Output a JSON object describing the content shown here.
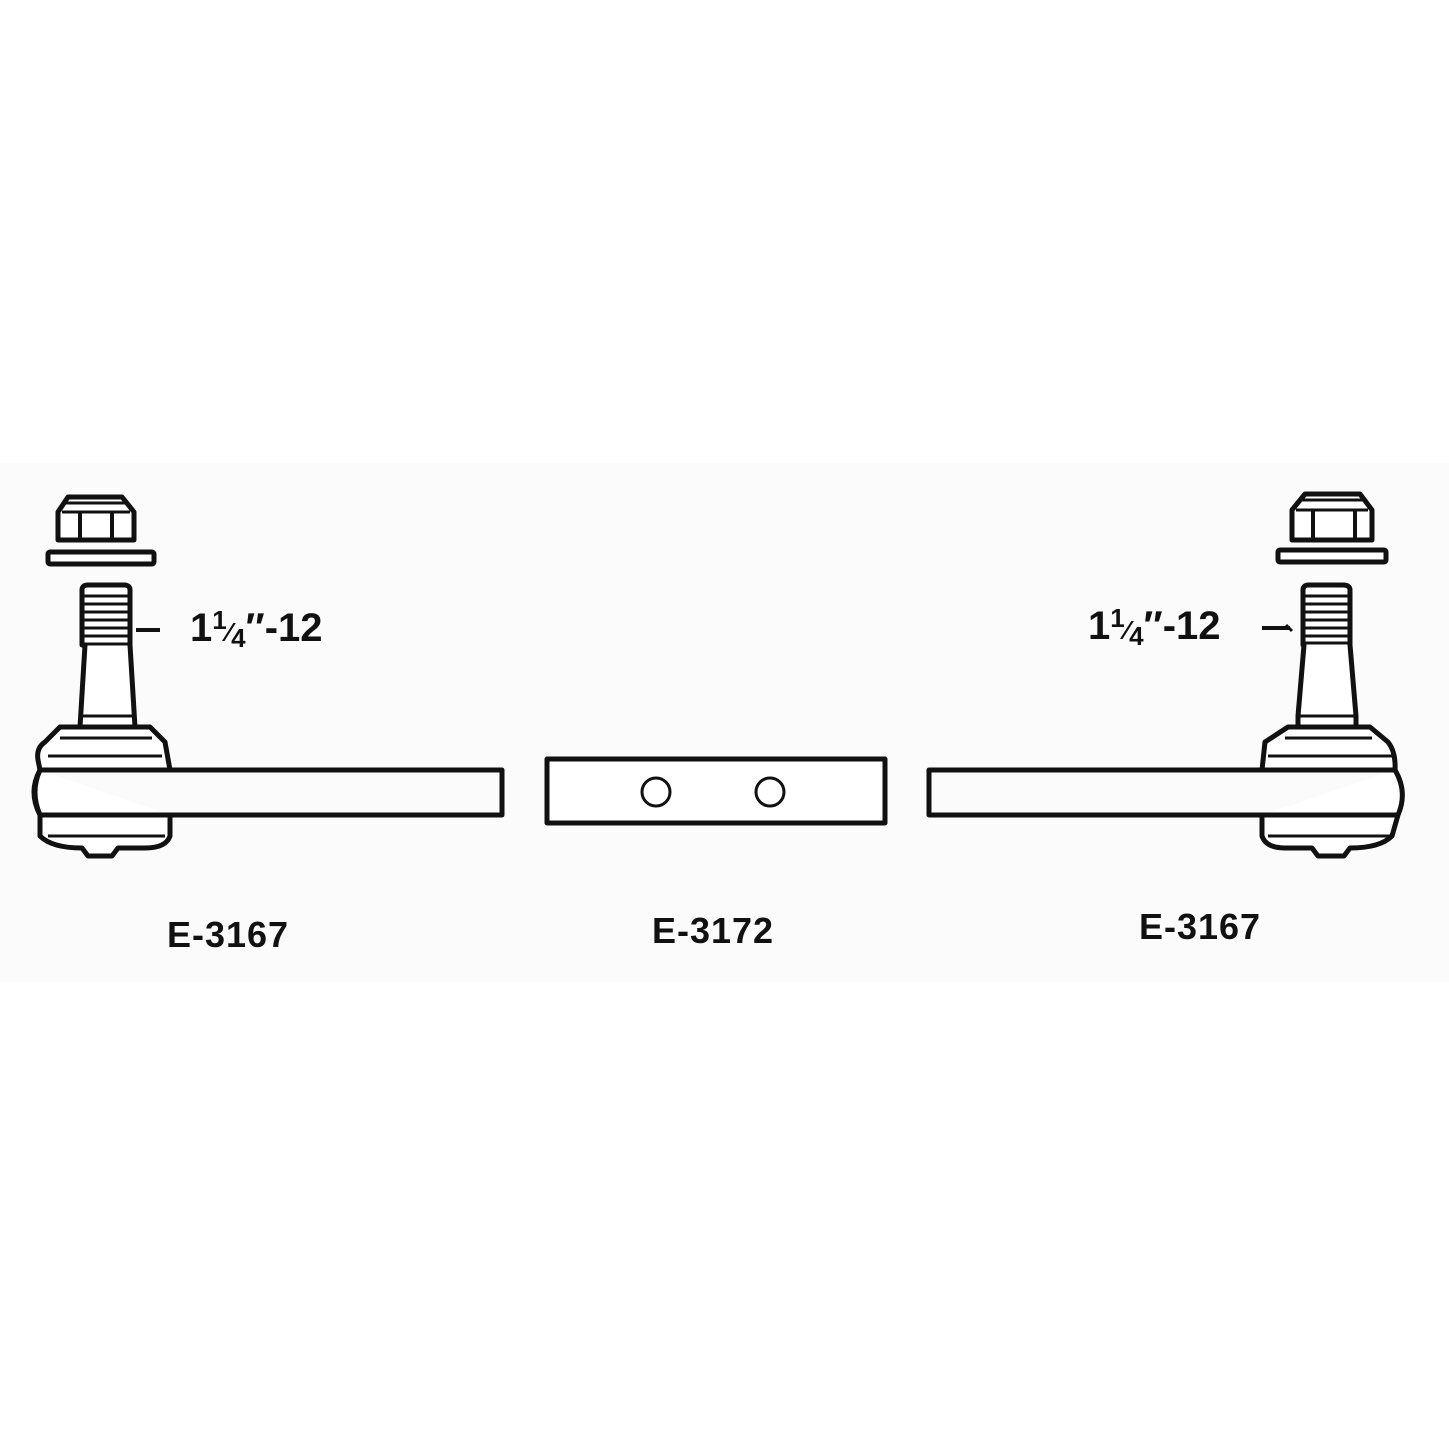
{
  "diagram": {
    "type": "exploded parts diagram",
    "subject": "tie rod assembly",
    "colors": {
      "line": "#111111",
      "background": "#ffffff",
      "band": "#fbfbfb"
    },
    "parts": [
      {
        "id": "left",
        "label": "E-3167",
        "thread": {
          "whole": "1",
          "num": "1",
          "den": "4",
          "suffix": "″-12",
          "full": "1¼″-12"
        }
      },
      {
        "id": "center",
        "label": "E-3172",
        "holes": 2
      },
      {
        "id": "right",
        "label": "E-3167",
        "thread": {
          "whole": "1",
          "num": "1",
          "den": "4",
          "suffix": "″-12",
          "full": "1¼″-12"
        }
      }
    ]
  }
}
